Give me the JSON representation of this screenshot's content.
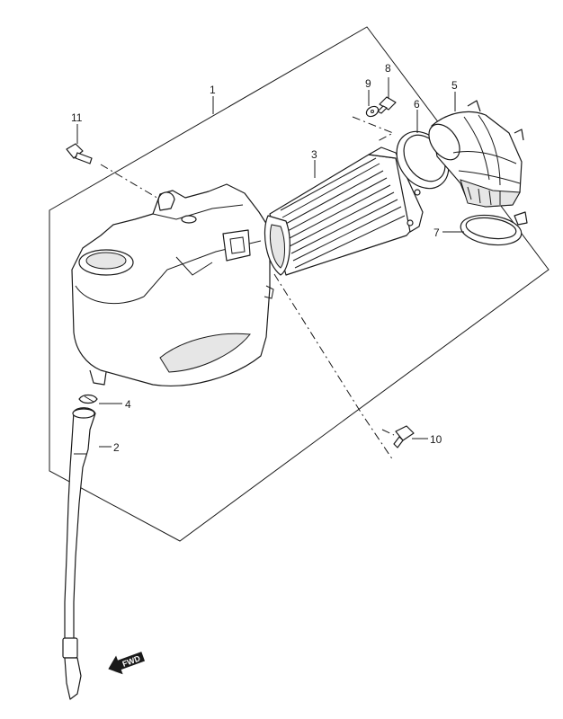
{
  "callouts": [
    {
      "id": "1",
      "text": "1"
    },
    {
      "id": "2",
      "text": "2"
    },
    {
      "id": "3",
      "text": "3"
    },
    {
      "id": "4",
      "text": "4"
    },
    {
      "id": "5",
      "text": "5"
    },
    {
      "id": "6",
      "text": "6"
    },
    {
      "id": "7",
      "text": "7"
    },
    {
      "id": "8",
      "text": "8"
    },
    {
      "id": "9",
      "text": "9"
    },
    {
      "id": "10",
      "text": "10"
    },
    {
      "id": "11",
      "text": "11"
    }
  ],
  "direction_arrow": {
    "label": "FWD",
    "icon": "forward-arrow-icon"
  },
  "colors": {
    "line": "#1a1a1a",
    "background": "#ffffff",
    "shade": "#e6e6e6"
  }
}
